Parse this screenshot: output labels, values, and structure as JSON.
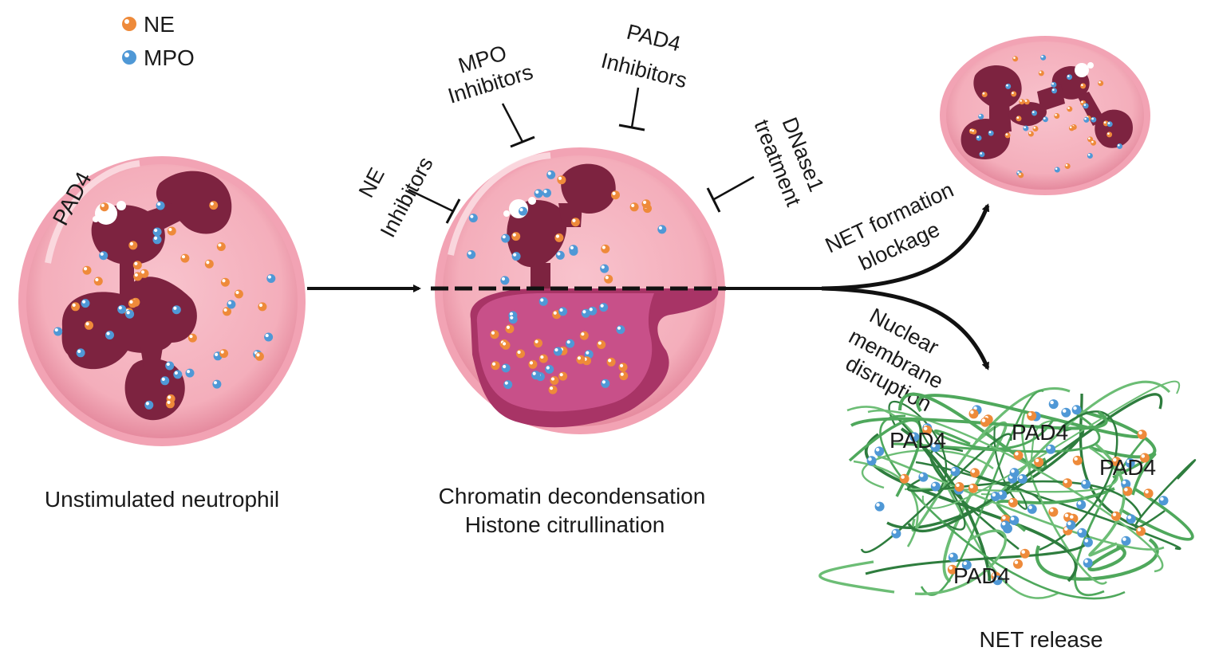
{
  "legend": {
    "ne_label": "NE",
    "mpo_label": "MPO",
    "ne_color": "#ee8a3a",
    "mpo_color": "#4f98d6"
  },
  "cells": {
    "unstimulated": {
      "pad4_label": "PAD4",
      "caption": "Unstimulated neutrophil"
    },
    "middle": {
      "caption_line1": "Chromatin decondensation",
      "caption_line2": "Histone citrullination"
    },
    "blocked": {},
    "net": {
      "caption": "NET release",
      "pad4_labels": [
        "PAD4",
        "PAD4",
        "PAD4",
        "PAD4"
      ]
    }
  },
  "inhibitors": {
    "ne": {
      "line1": "NE",
      "line2": "Inhibitors"
    },
    "mpo": {
      "line1": "MPO",
      "line2": "Inhibitors"
    },
    "pad4": {
      "line1": "PAD4",
      "line2": "Inhibitors"
    },
    "dnase": {
      "line1": "DNase1",
      "line2": "treatment"
    }
  },
  "branches": {
    "upper": {
      "line1": "NET formation",
      "line2": "blockage"
    },
    "lower": {
      "line1": "Nuclear",
      "line2": "membrane",
      "line3": "disruption"
    }
  },
  "colors": {
    "cell_fill": "#f6b6c3",
    "cell_edge": "#e0899c",
    "nucleus": "#7d2340",
    "decondensed": "#c24a7f",
    "net_strand": "#3f9a52",
    "arrow": "#111111"
  }
}
